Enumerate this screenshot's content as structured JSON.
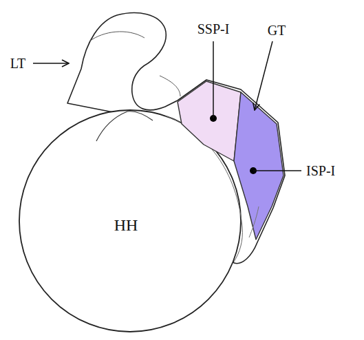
{
  "diagram": {
    "labels": [
      "LT",
      "SSP-I",
      "GT",
      "ISP-I",
      "HH"
    ]
  }
}
